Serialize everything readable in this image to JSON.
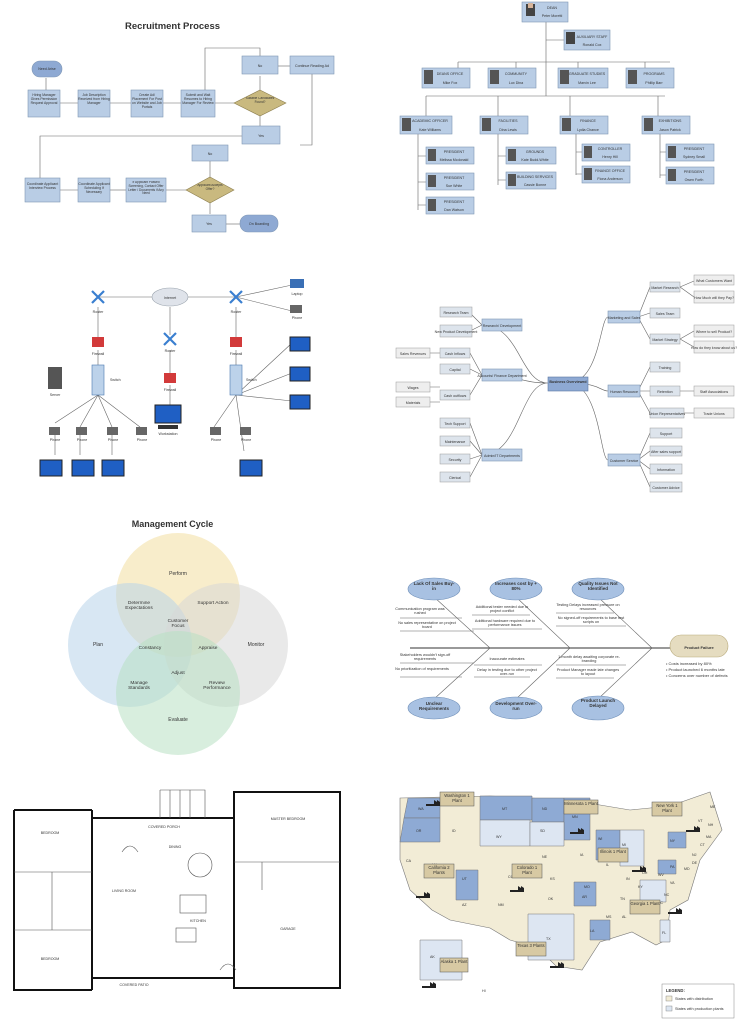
{
  "recruitment": {
    "title": "Recruitment Process",
    "nodes": [
      {
        "text": "Need Arise"
      },
      {
        "text": "Hiring Manager Gives Permission Request Approval"
      },
      {
        "text": "Job Description Received from Hiring Manager"
      },
      {
        "text": "Create Ad/ Placement For Post on Website and Job Portals"
      },
      {
        "text": "Submit and Wait Resumes to Hiring Manager For Review"
      },
      {
        "text": "Suitable Candidates Found?"
      },
      {
        "text": "No"
      },
      {
        "text": "Continue Reading Ad"
      },
      {
        "text": "Yes"
      },
      {
        "text": "Coordinate Applicant Interview Process"
      },
      {
        "text": "Coordinate Applicant Scheduling If Necessary"
      },
      {
        "text": "If Applicant Passed Screening, Contact Offer Letter / Documents if Any Need"
      },
      {
        "text": "Applicant Accepts Offer?"
      },
      {
        "text": "No"
      },
      {
        "text": "Yes"
      },
      {
        "text": "On Boarding"
      }
    ]
  },
  "orgchart": {
    "root": {
      "title": "DEAN",
      "name": "Peter Moretti"
    },
    "staff": {
      "title": "AUXILIARY STAFF",
      "name": "Ronald Cox"
    },
    "level1": [
      {
        "title": "DEANS OFFICE",
        "name": "Mike Fox"
      },
      {
        "title": "COMMUNITY",
        "name": "Lux Dina"
      },
      {
        "title": "GRADUATE STUDIES",
        "name": "Marvin Lee"
      },
      {
        "title": "PROGRAMS",
        "name": "Phillip Barr"
      }
    ],
    "level2": [
      {
        "title": "ACADEMIC OFFICER",
        "name": "Kate Williams"
      },
      {
        "title": "FACILITIES",
        "name": "Dina Lewis"
      },
      {
        "title": "FINANCE",
        "name": "Lydia Chance"
      },
      {
        "title": "EXHIBITIONS",
        "name": "Jason Patrick"
      }
    ],
    "level3": [
      {
        "title": "PRESIDENT",
        "name": "Melissa Mcdonald"
      },
      {
        "title": "PRESIDENT",
        "name": "Sue White"
      },
      {
        "title": "PRESIDENT",
        "name": "Dan Watson"
      },
      {
        "title": "GROUNDS",
        "name": "Kate Budd-White"
      },
      {
        "title": "BUILDING SERVICES",
        "name": "Cassie Bonne"
      },
      {
        "title": "CONTROLLER",
        "name": "Henry Hill"
      },
      {
        "title": "FINANCE OFFICE",
        "name": "Fiona Anderson"
      },
      {
        "title": "PRESIDENT",
        "name": "Sydney Small"
      },
      {
        "title": "PRESIDENT",
        "name": "Owen Forth"
      }
    ]
  },
  "network": {
    "labels": [
      "Internet",
      "Router",
      "Router",
      "Router",
      "Switch",
      "Switch",
      "Switch",
      "Firewall",
      "Firewall",
      "Firewall",
      "Server",
      "Laptop",
      "Phone",
      "Workstation",
      "Phone",
      "Phone",
      "Phone",
      "Phone",
      "Phone",
      "Phone"
    ]
  },
  "mindmap": {
    "center": "Business Overviewed",
    "branches": [
      {
        "label": "Research/ Development",
        "children": [
          "Research Team",
          "New Product Development"
        ]
      },
      {
        "label": "Accounts/ Finance Department",
        "children": [
          "Cash Inflows",
          "Capital",
          "Cash outflows"
        ],
        "extra": [
          "Sales Revenues",
          "Wages",
          "Materials"
        ]
      },
      {
        "label": "Admin/IT Departments",
        "children": [
          "Tech Support",
          "Maintenance",
          "Security",
          "Clerical"
        ]
      },
      {
        "label": "Marketing and Sales",
        "children": [
          "Market Research",
          "Sales Team",
          "Market Strategy"
        ],
        "sub": [
          "What Customers Want",
          "How Much will they Pay?",
          "Where to sell Product?",
          "How do they know about us?"
        ]
      },
      {
        "label": "Human Resource",
        "children": [
          "Training",
          "Retention",
          "Union Representatives"
        ],
        "sub": [
          "Staff Associations",
          "Trade Unions"
        ]
      },
      {
        "label": "Customer Service",
        "children": [
          "Support",
          "After sales support",
          "Information",
          "Customer Advice"
        ]
      }
    ]
  },
  "venn": {
    "title": "Management Cycle",
    "circles": [
      {
        "label": "Perform",
        "color": "#f3dfa0"
      },
      {
        "label": "Plan",
        "color": "#b8d3ea"
      },
      {
        "label": "Monitor",
        "color": "#d7d7d7"
      },
      {
        "label": "Evaluate",
        "color": "#b8e0c3"
      }
    ],
    "overlaps": [
      "Determine Expectations",
      "Support Action",
      "Customer Focus",
      "Constancy",
      "Appraise",
      "Adjust",
      "Manage Standards",
      "Review Performance"
    ]
  },
  "fishbone": {
    "effect": "Product Failure",
    "causes_top": [
      "Lack Of Sales Buy-in",
      "Increases cost by + 80%",
      "Quality Issues Not Identified"
    ],
    "causes_bottom": [
      "Unclear Requirements",
      "Development Over-run",
      "Product Launch Delayed"
    ],
    "details": [
      "Communication program was rushed",
      "No sales representative on project board",
      "Additional tester needed due to project conflict",
      "Additional hardware required due to performance issues",
      "Testing Delays increased pressure on resources",
      "No signed-off requirements to base test scripts on",
      "Stakeholders wouldn't sign-off requirements",
      "No prioritization of requirements",
      "Inaccurate estimates",
      "Delay in testing due to other project over-run",
      "1-month delay awaiting corporate re-branding",
      "Product Manager made late changes to layout"
    ],
    "bullets": [
      "Costs increased by 80%",
      "Product launched 6 months late",
      "Concerns over number of defects"
    ]
  },
  "floorplan": {
    "rooms": [
      "BEDROOM",
      "MASTER BEDROOM",
      "COVERED PORCH",
      "LIVING ROOM",
      "DINING",
      "KITCHEN",
      "BEDROOM",
      "GARAGE",
      "COVERED PATIO"
    ]
  },
  "map": {
    "callouts": [
      {
        "text": "Washington 1 Plant"
      },
      {
        "text": "Minnesota 1 Plant"
      },
      {
        "text": "New York 1 Plant"
      },
      {
        "text": "Illinois 1 Plant"
      },
      {
        "text": "California 2 Plants"
      },
      {
        "text": "Colorado 1 Plant"
      },
      {
        "text": "Georgia 1 Plant"
      },
      {
        "text": "Texas 3 Plants"
      },
      {
        "text": "Alaska 1 Plant"
      }
    ],
    "states": [
      "WA",
      "OR",
      "ID",
      "MT",
      "ND",
      "MN",
      "WI",
      "MI",
      "NY",
      "ME",
      "VT",
      "NH",
      "MA",
      "CT",
      "NJ",
      "PA",
      "OH",
      "IN",
      "IL",
      "IA",
      "SD",
      "WY",
      "NE",
      "CA",
      "NV",
      "UT",
      "CO",
      "KS",
      "MO",
      "KY",
      "WV",
      "VA",
      "MD",
      "NC",
      "TN",
      "AR",
      "OK",
      "AZ",
      "NM",
      "TX",
      "LA",
      "MS",
      "AL",
      "GA",
      "SC",
      "FL",
      "AK",
      "HI",
      "DE"
    ],
    "legend": {
      "title": "LEGEND:",
      "items": [
        {
          "label": "States with distribution",
          "color": "#f2ecd6"
        },
        {
          "label": "States with production plants",
          "color": "#dde6f2"
        }
      ]
    }
  }
}
